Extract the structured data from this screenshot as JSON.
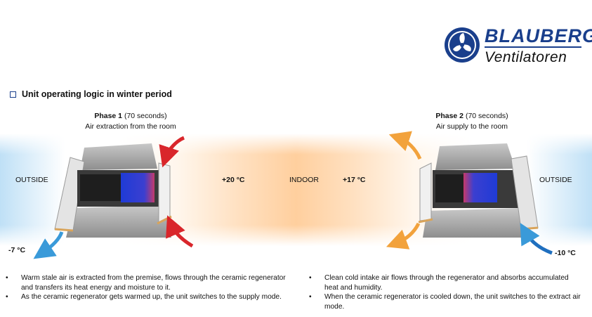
{
  "brand": {
    "name": "BLAUBERG",
    "subtitle": "Ventilatoren"
  },
  "heading": "Unit operating logic in winter period",
  "phase1": {
    "title": "Phase 1",
    "duration": "(70 seconds)",
    "caption": "Air extraction from the room"
  },
  "phase2": {
    "title": "Phase 2",
    "duration": "(70 seconds)",
    "caption": "Air supply to the room"
  },
  "labels": {
    "outside_left": "OUTSIDE",
    "outside_right": "OUTSIDE",
    "indoor": "INDOOR",
    "temp_indoor_left": "+20 °C",
    "temp_indoor_right": "+17 °C",
    "temp_outside_left": "-7 °C",
    "temp_outside_right": "-10 °C"
  },
  "bullets_left": [
    "Warm stale air is extracted from the premise, flows through the ceramic regenerator and transfers its heat energy and moisture to it.",
    "As the ceramic regenerator gets warmed up, the unit switches to the supply mode."
  ],
  "bullets_right": [
    "Clean cold intake air flows through the regenerator and absorbs accumulated heat and humidity.",
    "When the ceramic regenerator is cooled down, the unit switches to the extract air mode."
  ],
  "colors": {
    "brand_blue": "#1a3f8c",
    "warm_arrow": "#d9262b",
    "supply_arrow": "#f2a23c",
    "cold_arrow": "#3a9ad9"
  },
  "icons": [
    "fan-logo-icon",
    "checkbox-square-icon",
    "bullet-dot-icon"
  ]
}
